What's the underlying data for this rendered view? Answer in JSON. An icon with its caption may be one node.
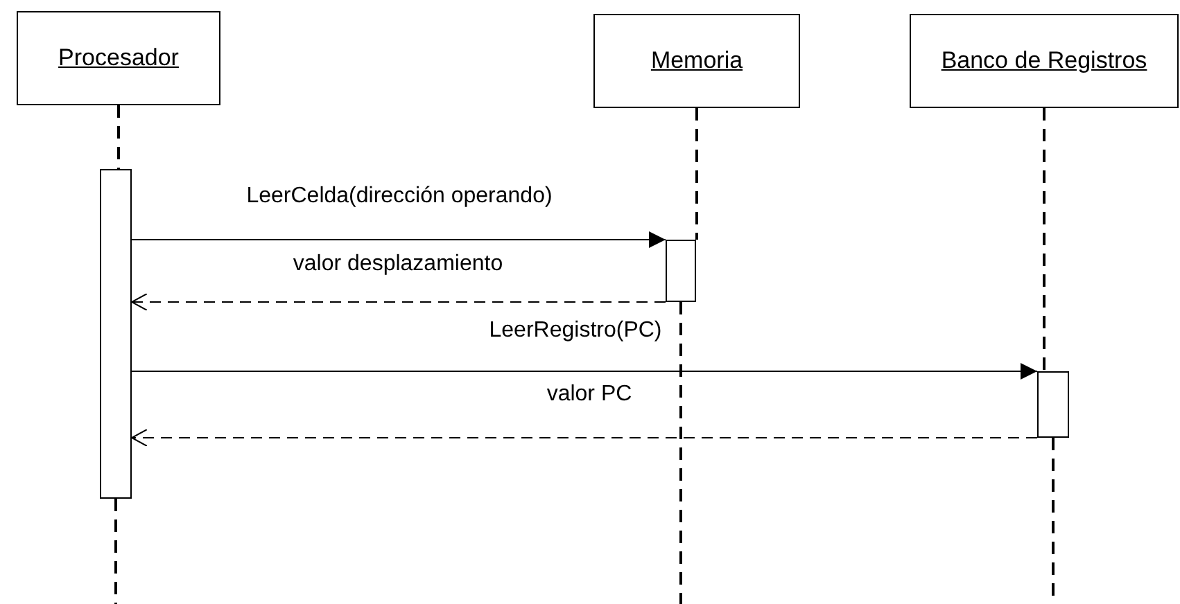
{
  "diagram": {
    "nodes": [
      {
        "text": [
          "Procesador"
        ]
      },
      {
        "text": [
          "Memoria"
        ]
      },
      {
        "text": [
          "Banco de Registros"
        ]
      },
      {
        "text": [],
        "shape": "bar"
      },
      {
        "text": [],
        "shape": "bar"
      },
      {
        "text": [],
        "shape": "bar"
      }
    ],
    "edges": [
      {
        "from": 0,
        "to": 3,
        "arrow": "none",
        "style": "dashed"
      },
      {
        "from": 3,
        "to": null,
        "arrow": "none",
        "style": "dashed"
      },
      {
        "from": 1,
        "to": 4,
        "arrow": "none",
        "style": "dashed"
      },
      {
        "from": 4,
        "to": null,
        "arrow": "none",
        "style": "dashed"
      },
      {
        "from": 2,
        "to": 5,
        "arrow": "none",
        "style": "dashed"
      },
      {
        "from": 5,
        "to": null,
        "arrow": "none",
        "style": "dashed"
      },
      {
        "from": 3,
        "to": 4,
        "label": "LeerCelda(dirección operando)",
        "arrow": "to"
      },
      {
        "from": 4,
        "to": 3,
        "label": "valor desplazamiento",
        "arrow": "to",
        "style": "dashed"
      },
      {
        "from": 3,
        "to": 5,
        "label": "LeerRegistro(PC)",
        "arrow": "to"
      },
      {
        "from": 5,
        "to": 3,
        "label": "valor PC",
        "arrow": "to",
        "style": "dashed"
      }
    ]
  }
}
